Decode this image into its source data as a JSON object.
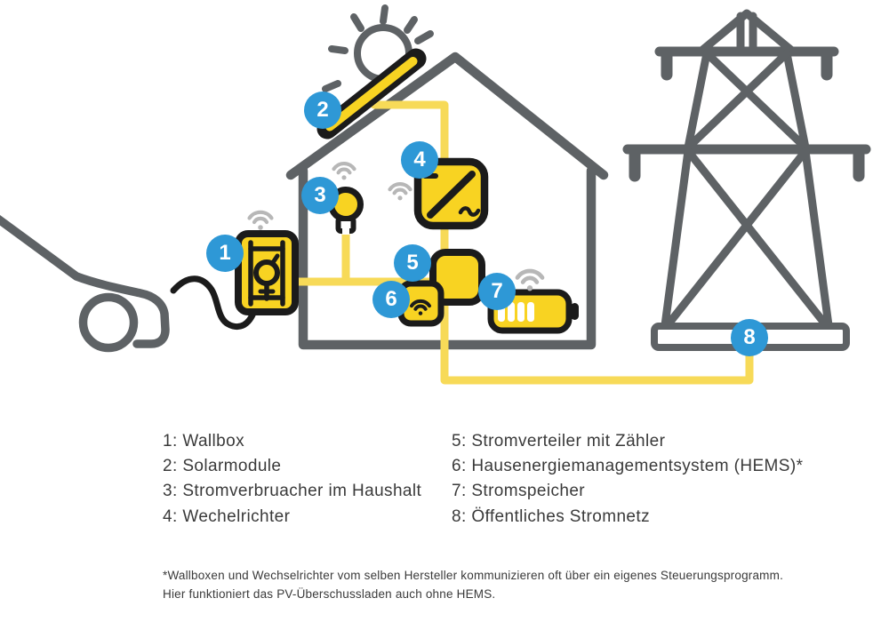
{
  "colors": {
    "device_yellow": "#F8D322",
    "power_line_yellow": "#F7DA58",
    "badge_blue": "#2E98D6",
    "outline_gray": "#5E6265",
    "wifi_gray": "#B7B7B7",
    "device_outline_black": "#1B1B1B",
    "text_color": "#3A3A3A"
  },
  "diagram": {
    "badge_numbers": [
      "1",
      "2",
      "3",
      "4",
      "5",
      "6",
      "7",
      "8"
    ]
  },
  "legend": {
    "left": [
      "1: Wallbox",
      "2: Solarmodule",
      "3: Stromverbruacher im Haushalt",
      "4: Wechelrichter"
    ],
    "right": [
      "5: Stromverteiler mit Zähler",
      "6: Hausenergiemanagementsystem (HEMS)*",
      "7: Stromspeicher",
      "8: Öffentliches Stromnetz"
    ]
  },
  "footnote": {
    "line1": "*Wallboxen und Wechselrichter vom selben Hersteller kommunizieren oft über ein eigenes Steuerungsprogramm.",
    "line2": "Hier funktioniert das PV-Überschussladen auch ohne HEMS."
  }
}
